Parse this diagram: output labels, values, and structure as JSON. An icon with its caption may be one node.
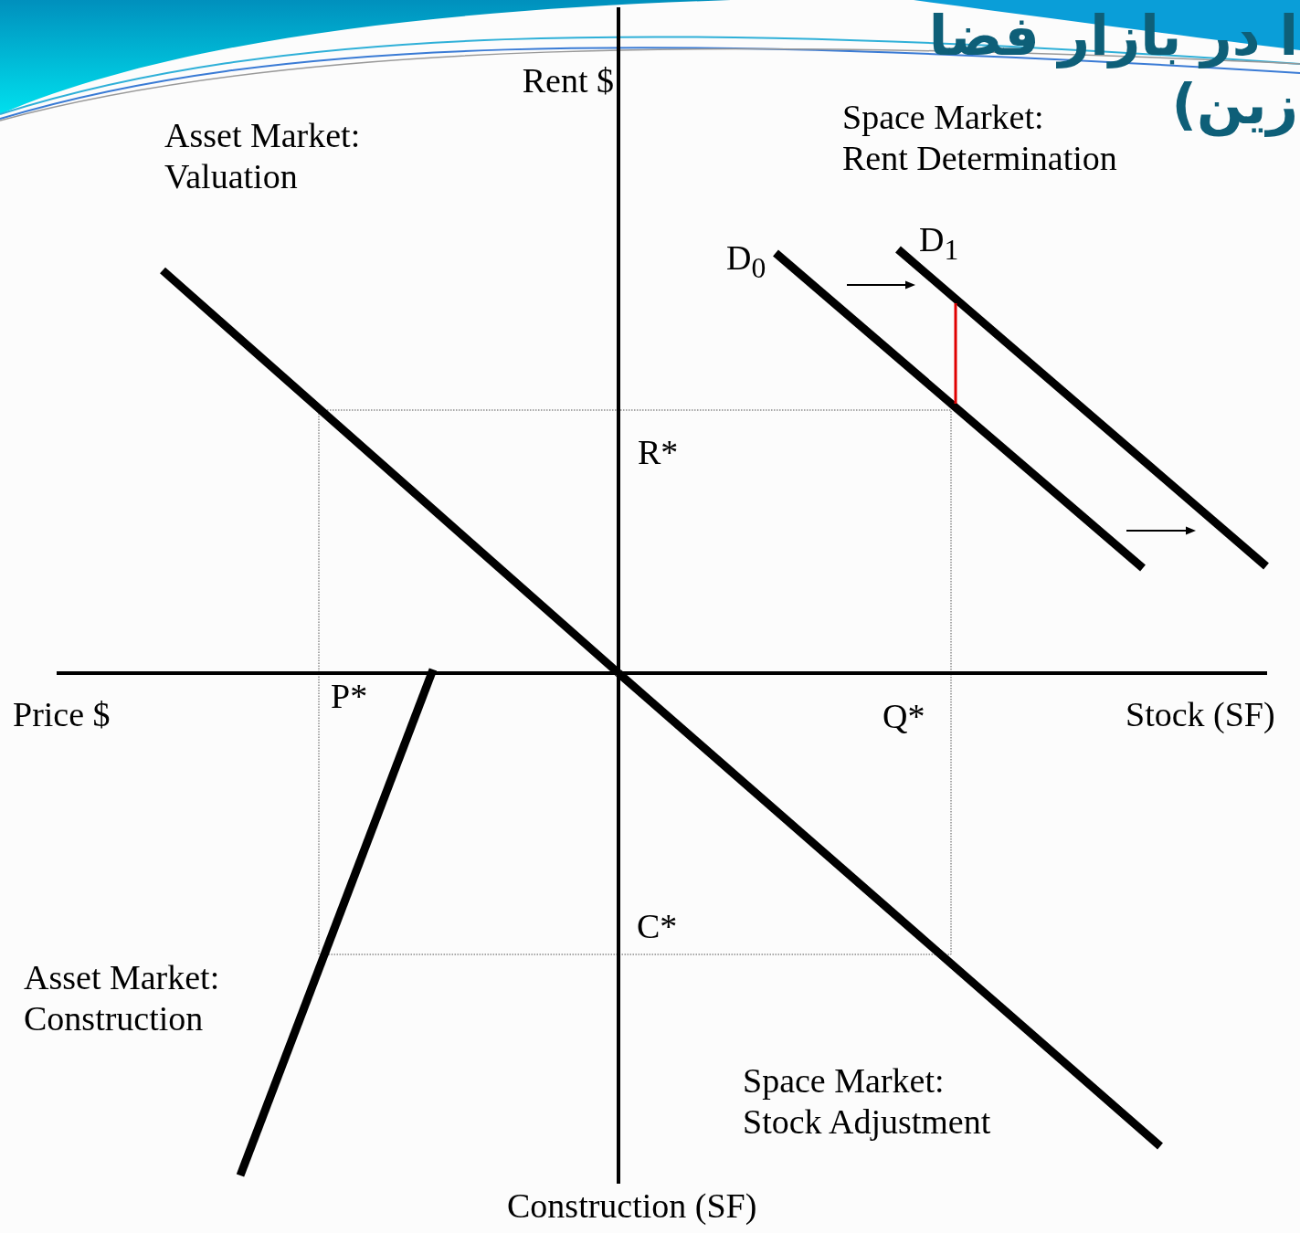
{
  "diagram": {
    "title": "ا در بازار فضا زین)",
    "labels": [
      "Rent $",
      "Space Market: Rent Determination",
      "Asset Market: Valuation",
      "D$_{1}$",
      "D$_{0}$",
      "R*",
      "Price $",
      "P*",
      "Q*",
      "Stock (SF)",
      "C*",
      "Asset Market: Construction",
      "Space Market: Stock Adjustment",
      "Construction (SF)"
    ]
  }
}
